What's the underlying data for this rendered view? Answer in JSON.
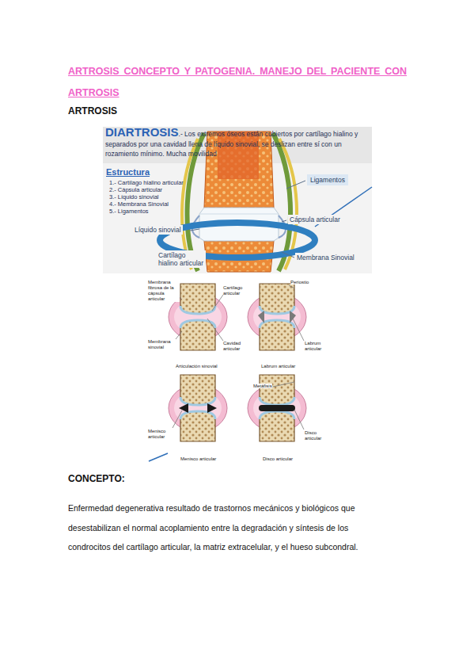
{
  "diagram": {
    "title": "ARTROSIS CONCEPTO Y PATOGENIA. MANEJO DEL PACIENTE CON ARTROSIS",
    "labels": [
      "ARTROSIS",
      "DIARTROSIS",
      ".- Los extremos óseos están cubiertos por cartílago hialino y separados por una cavidad llena de líquido sinovial, se deslizan entre sí con un rozamiento mínimo. Mucha movilidad",
      "Estructura",
      "1.- Cartílago hialino articular",
      "2.- Cápsula articular",
      "3.- Líquido sinovial",
      "4.- Membrana Sinovial",
      "5.- Ligamentos",
      "Ligamentos",
      "Cápsula articular",
      "Líquido sinovial",
      "Cartílago hialino articular",
      "Membrana Sinovial",
      "Membrana fibrosa de la cápsula articular",
      "Cartílago articular",
      "Periostio",
      "Membrana sinovial",
      "Cavidad articular",
      "Labrum articular",
      "Articulación sinovial",
      "Labrum articular",
      "Metáfisis",
      "Menisco articular",
      "Disco articular",
      "Menisco articular",
      "Disco articular",
      "CONCEPTO:",
      "Enfermedad degenerativa resultado de trastornos mecánicos y biológicos que desestabilizan el normal acoplamiento entre la degradación y síntesis de los condrocitos del cartílago articular, la matriz extracelular, y el hueso subcondral."
    ]
  }
}
